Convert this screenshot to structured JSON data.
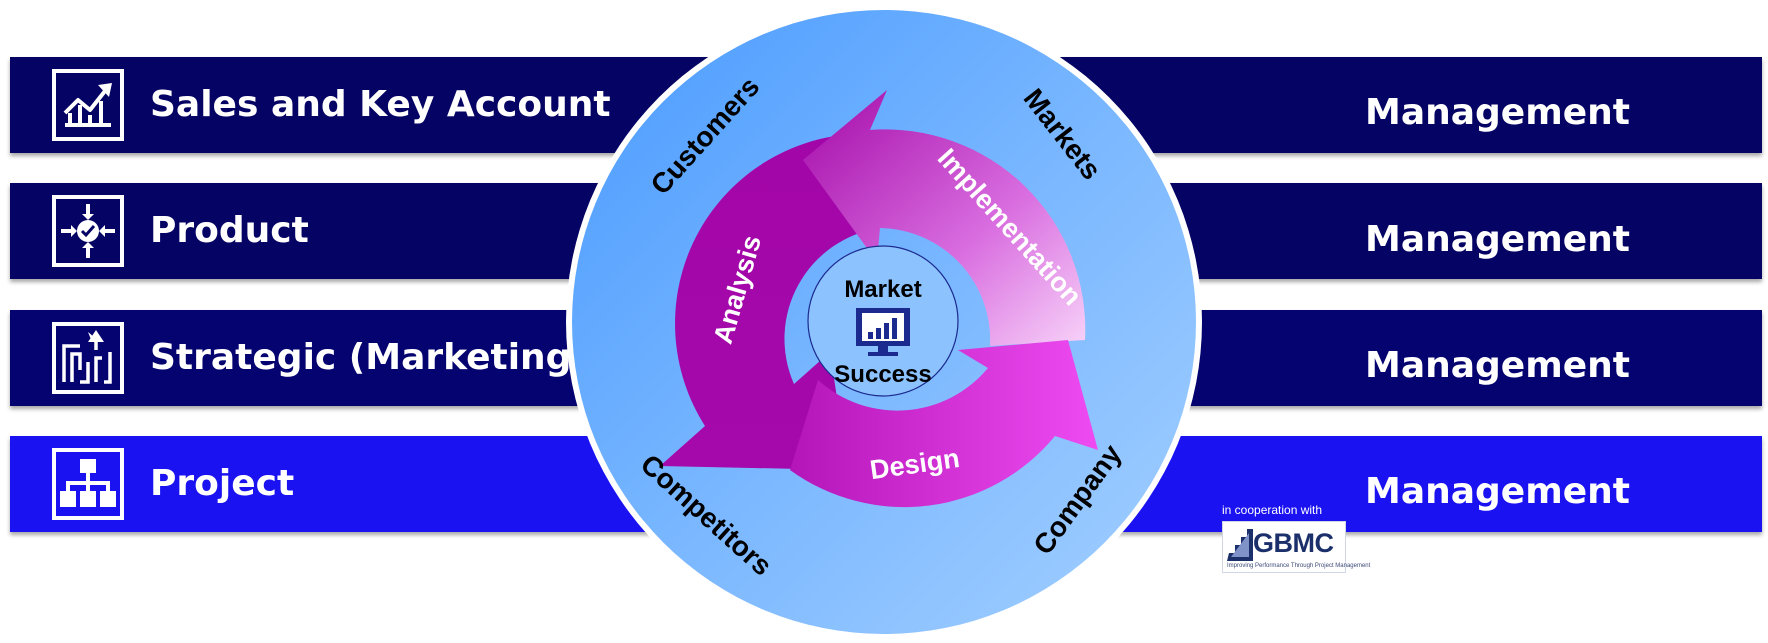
{
  "bands": [
    {
      "left_label": "Sales and Key Account",
      "right_label": "Management",
      "icon": "growth-chart-icon",
      "color": "#050363"
    },
    {
      "left_label": "Product",
      "right_label": "Management",
      "icon": "product-target-icon",
      "color": "#050363"
    },
    {
      "left_label": "Strategic (Marketing)",
      "right_label": "Management",
      "icon": "maze-strategy-icon",
      "color": "#050370"
    },
    {
      "left_label": "Project",
      "right_label": "Management",
      "icon": "org-chart-icon",
      "color": "#1a12f0"
    }
  ],
  "circle": {
    "outer_labels": {
      "customers": "Customers",
      "markets": "Markets",
      "competitors": "Competitors",
      "company": "Company"
    },
    "cycle_labels": {
      "analysis": "Analysis",
      "implementation": "Implementation",
      "design": "Design"
    },
    "center": {
      "top": "Market",
      "bottom": "Success",
      "icon": "monitor-chart-icon"
    }
  },
  "partner": {
    "caption": "in cooperation with",
    "name": "GBMC",
    "tagline": "Improving Performance Through Project Management"
  },
  "colors": {
    "circle_light": "#8fc4ff",
    "circle_dark": "#4a9bff",
    "arrow_dark": "#a306a8",
    "arrow_light": "#e03be6"
  }
}
